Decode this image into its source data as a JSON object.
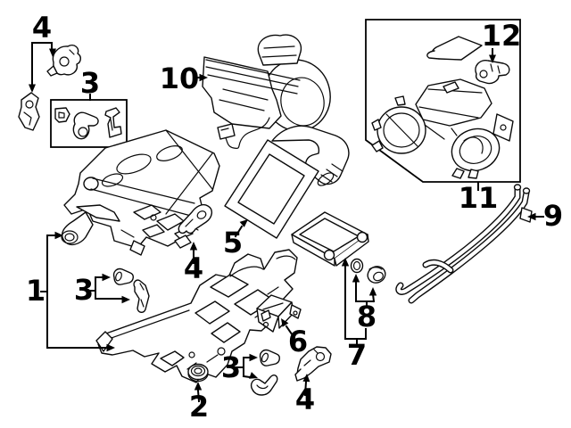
{
  "canvas": {
    "background": "#ffffff",
    "line_color": "#000000"
  },
  "callouts": {
    "c1": {
      "label": "1",
      "part": "hvac-housing-upper-and-lower"
    },
    "c2": {
      "label": "2",
      "part": "drain-grommet"
    },
    "c3_top": {
      "label": "3",
      "part": "mounting-clip-kit"
    },
    "c3_mid": {
      "label": "3",
      "part": "mounting-clips"
    },
    "c3_bottom": {
      "label": "3",
      "part": "mounting-clips"
    },
    "c4_top": {
      "label": "4",
      "part": "actuator-and-cam"
    },
    "c4_mid": {
      "label": "4",
      "part": "mount-bracket"
    },
    "c4_bottom": {
      "label": "4",
      "part": "mount-bracket"
    },
    "c5": {
      "label": "5",
      "part": "heater-core"
    },
    "c6": {
      "label": "6",
      "part": "servo-actuator"
    },
    "c7": {
      "label": "7",
      "part": "cabin-air-filter"
    },
    "c8": {
      "label": "8",
      "part": "seal-rings"
    },
    "c9": {
      "label": "9",
      "part": "heater-pipes"
    },
    "c10": {
      "label": "10",
      "part": "blower-motor-assembly"
    },
    "c11": {
      "label": "11",
      "part": "air-inlet-housing"
    },
    "c12": {
      "label": "12",
      "part": "inlet-housing-bracket"
    }
  }
}
